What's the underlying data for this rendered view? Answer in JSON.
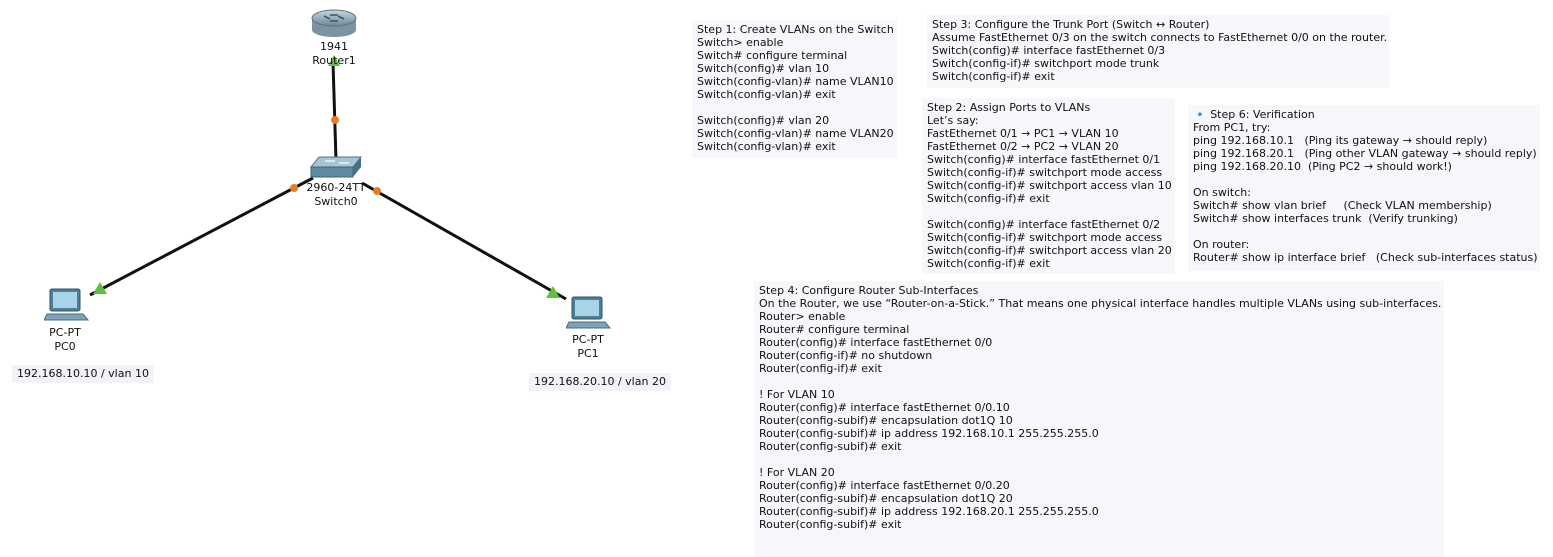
{
  "devices": {
    "router": {
      "model": "1941",
      "name": "Router1"
    },
    "switch": {
      "model": "2960-24TT",
      "name": "Switch0"
    },
    "pc0": {
      "model": "PC-PT",
      "name": "PC0",
      "ip_label": "192.168.10.10 / vlan 10"
    },
    "pc1": {
      "model": "PC-PT",
      "name": "PC1",
      "ip_label": "192.168.20.10 / vlan 20"
    }
  },
  "link_colors": {
    "cable": "#111111",
    "port_up": "#4caf3a",
    "port_orange": "#e67e22"
  },
  "notes": {
    "step1": "Step 1: Create VLANs on the Switch\nSwitch> enable\nSwitch# configure terminal\nSwitch(config)# vlan 10\nSwitch(config-vlan)# name VLAN10\nSwitch(config-vlan)# exit\n\nSwitch(config)# vlan 20\nSwitch(config-vlan)# name VLAN20\nSwitch(config-vlan)# exit",
    "step3": "Step 3: Configure the Trunk Port (Switch ↔ Router)\nAssume FastEthernet 0/3 on the switch connects to FastEthernet 0/0 on the router.\nSwitch(config)# interface fastEthernet 0/3\nSwitch(config-if)# switchport mode trunk\nSwitch(config-if)# exit",
    "step2": "Step 2: Assign Ports to VLANs\nLet’s say:\nFastEthernet 0/1 → PC1 → VLAN 10\nFastEthernet 0/2 → PC2 → VLAN 20\nSwitch(config)# interface fastEthernet 0/1\nSwitch(config-if)# switchport mode access\nSwitch(config-if)# switchport access vlan 10\nSwitch(config-if)# exit\n\nSwitch(config)# interface fastEthernet 0/2\nSwitch(config-if)# switchport mode access\nSwitch(config-if)# switchport access vlan 20\nSwitch(config-if)# exit",
    "step6": "🔹 Step 6: Verification\nFrom PC1, try:\nping 192.168.10.1   (Ping its gateway → should reply)\nping 192.168.20.1   (Ping other VLAN gateway → should reply)\nping 192.168.20.10  (Ping PC2 → should work!)\n\nOn switch:\nSwitch# show vlan brief     (Check VLAN membership)\nSwitch# show interfaces trunk  (Verify trunking)\n\nOn router:\nRouter# show ip interface brief   (Check sub-interfaces status)",
    "step4": "Step 4: Configure Router Sub-Interfaces\nOn the Router, we use “Router-on-a-Stick.” That means one physical interface handles multiple VLANs using sub-interfaces.\nRouter> enable\nRouter# configure terminal\nRouter(config)# interface fastEthernet 0/0\nRouter(config-if)# no shutdown\nRouter(config-if)# exit\n\n! For VLAN 10\nRouter(config)# interface fastEthernet 0/0.10\nRouter(config-subif)# encapsulation dot1Q 10\nRouter(config-subif)# ip address 192.168.10.1 255.255.255.0\nRouter(config-subif)# exit\n\n! For VLAN 20\nRouter(config)# interface fastEthernet 0/0.20\nRouter(config-subif)# encapsulation dot1Q 20\nRouter(config-subif)# ip address 192.168.20.1 255.255.255.0\nRouter(config-subif)# exit"
  }
}
